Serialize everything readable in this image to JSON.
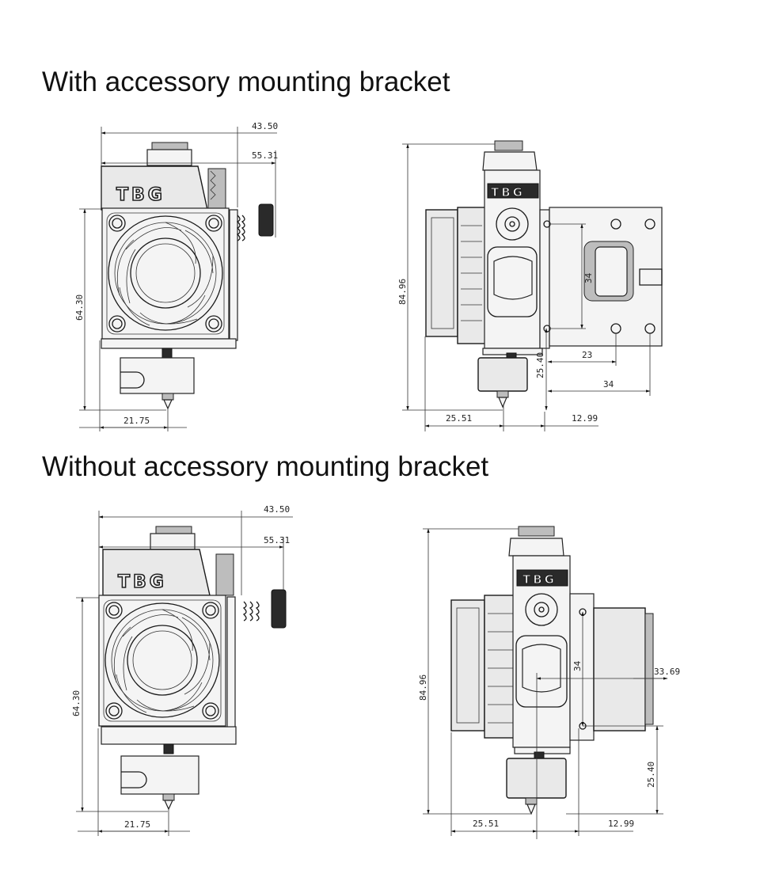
{
  "sections": {
    "with_bracket_title": "With accessory mounting bracket",
    "without_bracket_title": "Without accessory mounting bracket"
  },
  "logo_text": "TBG",
  "dimensions_with": {
    "front_width_top": "43.50",
    "front_width_knob": "55.31",
    "front_height": "64.30",
    "front_nozzle_offset": "21.75",
    "side_height": "84.96",
    "side_hole_spacing": "34",
    "side_bracket_23": "23",
    "side_bracket_34": "34",
    "side_nozzle_drop": "25.40",
    "side_left_offset": "25.51",
    "side_right_offset": "12.99"
  },
  "dimensions_without": {
    "front_width_top": "43.50",
    "front_width_knob": "55.31",
    "front_height": "64.30",
    "front_nozzle_offset": "21.75",
    "side_height": "84.96",
    "side_hole_spacing": "34",
    "side_motor_depth": "33.69",
    "side_nozzle_drop": "25.40",
    "side_left_offset": "25.51",
    "side_right_offset": "12.99"
  }
}
